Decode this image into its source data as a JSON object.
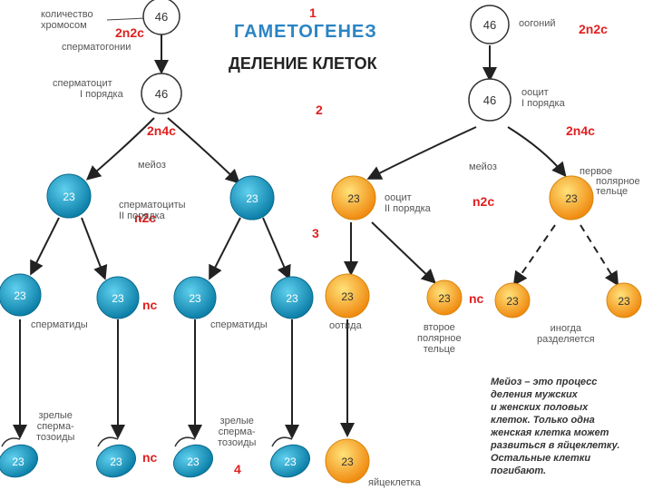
{
  "title": "ГАМЕТОГЕНЕЗ",
  "subtitle": "ДЕЛЕНИЕ КЛЕТОК",
  "red_labels": {
    "n1": "1",
    "n2": "2",
    "n3": "3",
    "n4": "4",
    "sp_2n2c": "2n2c",
    "sp_2n4c": "2n4c",
    "sp_n2c": "n2c",
    "sp_nc_a": "nc",
    "sp_nc_b": "nc",
    "oo_2n2c": "2n2c",
    "oo_2n4c": "2n4c",
    "oo_n2c": "n2c",
    "oo_nc": "nc"
  },
  "labels": {
    "chrom_count": [
      "количество",
      "хромосом"
    ],
    "spermatogonia": "сперматогонии",
    "spermatocyte1": [
      "сперматоцит",
      "I порядка"
    ],
    "meiosis_left": "мейоз",
    "spermatocytes2": [
      "сперматоциты",
      "II порядка"
    ],
    "spermatids_left": "сперматиды",
    "spermatids_mid": "сперматиды",
    "mature_left": [
      "зрелые",
      "сперма-",
      "тозоиды"
    ],
    "mature_mid": [
      "зрелые",
      "сперма-",
      "тозоиды"
    ],
    "oogonia": "оогоний",
    "oocyte1": [
      "ооцит",
      "I порядка"
    ],
    "meiosis_right": "мейоз",
    "oocyte2": [
      "ооцит",
      "II порядка"
    ],
    "polar1": [
      "первое",
      "полярное",
      "тельце"
    ],
    "ootid": "оотида",
    "polar2": [
      "второе",
      "полярное",
      "тельце"
    ],
    "sometimes_divides": [
      "иногда",
      "разделяется"
    ],
    "egg": "яйцеклетка",
    "note": [
      "Мейоз – это процесс",
      "деления мужских",
      "и женских половых",
      "клеток. Только одна",
      "женская клетка может",
      "развиться в яйцеклетку.",
      "Остальные клетки",
      "погибают."
    ]
  },
  "cell_numbers": {
    "diploid": "46",
    "haploid": "23"
  },
  "colors": {
    "blue": "#1aa0c8",
    "orange": "#f5a623",
    "red": "#e02020",
    "title": "#2a84c4"
  }
}
